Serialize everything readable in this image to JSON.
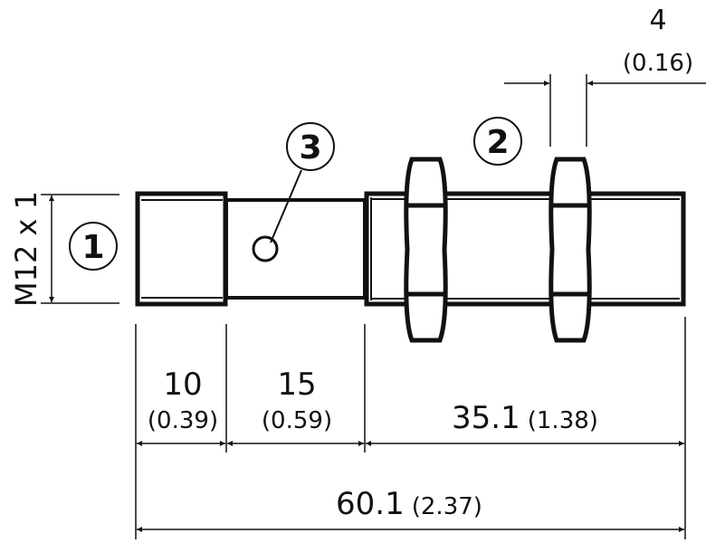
{
  "drawing": {
    "thread_label": "M12 x 1",
    "callouts": [
      "1",
      "2",
      "3"
    ],
    "dim_nut_width": {
      "mm": "4",
      "inch": "(0.16)"
    },
    "dim_thread": {
      "mm": "10",
      "inch": "(0.39)"
    },
    "dim_middle": {
      "mm": "15",
      "inch": "(0.59)"
    },
    "dim_body": {
      "mm": "35.1",
      "inch": "(1.38)"
    },
    "dim_total": {
      "mm": "60.1",
      "inch": "(2.37)"
    },
    "line_color": "#111111"
  }
}
